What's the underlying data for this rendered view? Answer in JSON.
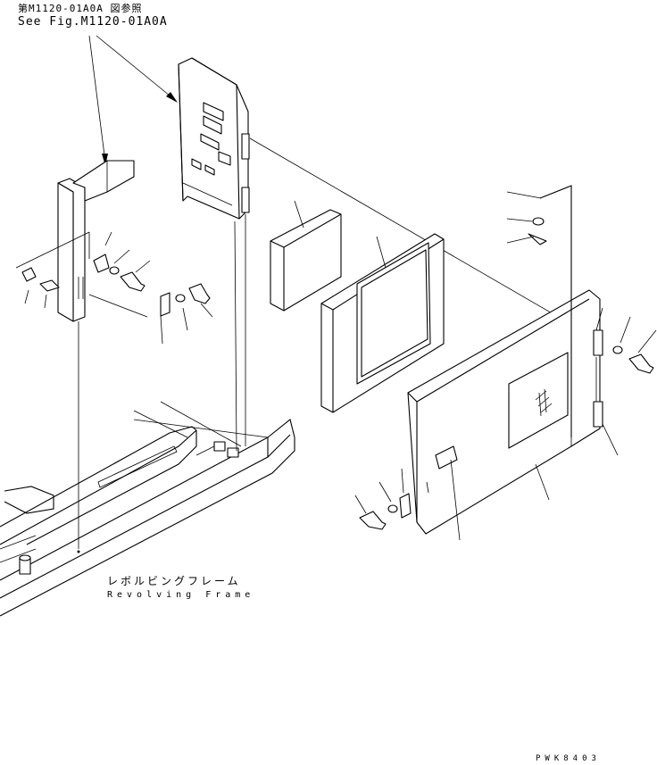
{
  "labels": {
    "reference_ja": "第M1120-01A0A 図参照",
    "reference_en": "See Fig.M1120-01A0A",
    "frame_ja": "レボルビングフレーム",
    "frame_en": "Revolving Frame",
    "drawing_code": "PWK8403"
  }
}
